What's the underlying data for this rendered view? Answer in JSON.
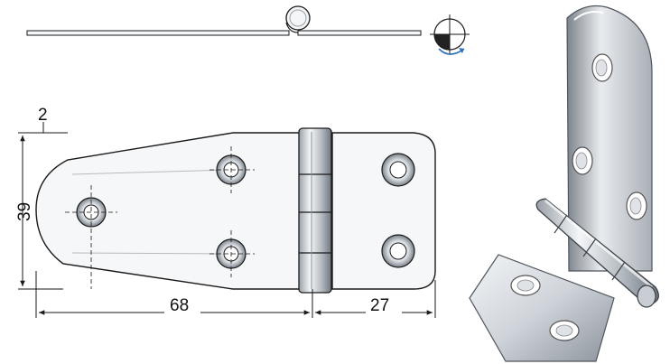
{
  "dimensions": {
    "thickness": "2",
    "height": "39",
    "length_long_leaf": "68",
    "length_short_leaf": "27"
  },
  "icons": {
    "rotation_symbol": "quadrant-rotation-icon"
  },
  "colors": {
    "line": "#1a1a1a",
    "steel_light": "#eef0f2",
    "steel_mid": "#c3c8ce",
    "steel_dark": "#6f767e",
    "accent_blue": "#2a6fb8"
  }
}
